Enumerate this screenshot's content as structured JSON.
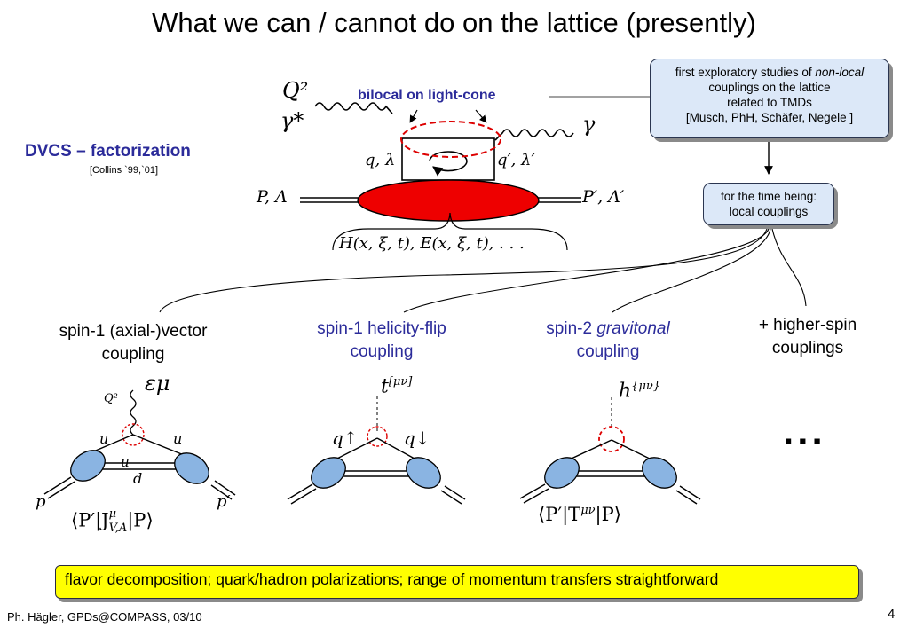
{
  "slide": {
    "title": "What we can / cannot do on the lattice (presently)",
    "page_number": "4",
    "footer": "Ph. Hägler, GPDs@COMPASS, 03/10"
  },
  "dvcs": {
    "heading": "DVCS – factorization",
    "citation": "[Collins `99,`01]",
    "bilocal_label": "bilocal on light-cone",
    "q2": "Q²",
    "gamma_star": "γ*",
    "gamma": "γ",
    "q_lambda": "q, λ",
    "qprime_lambda": "q′, λ′",
    "p_lambda": "P, Λ",
    "pprime_lambda": "P′, Λ′",
    "gpd_functions": "H(x, ξ, t), E(x, ξ, t), . . ."
  },
  "notes": {
    "nonlocal_line1_pre": "first exploratory studies of ",
    "nonlocal_line1_em": "non-local",
    "nonlocal_line2": "couplings on the lattice",
    "nonlocal_line3": "related to TMDs",
    "nonlocal_line4": "[Musch, PhH, Schäfer, Negele ]",
    "local_line1": "for the time being:",
    "local_line2": "local couplings"
  },
  "columns": {
    "col1_line1": "spin-1 (axial-)vector",
    "col1_line2": "coupling",
    "col2_line1": "spin-1 helicity-flip",
    "col2_line2": "coupling",
    "col3_line1_pre": "spin-2 ",
    "col3_line1_em": "gravitonal",
    "col3_line2": "coupling",
    "col4_line1": "+ higher-spin",
    "col4_line2": "couplings"
  },
  "diagram1": {
    "q2": "Q²",
    "epsilon": "εμ",
    "u_left": "u",
    "u_right": "u",
    "u_mid": "u",
    "d_mid": "d",
    "p": "p",
    "pprime": "p′",
    "matrix_element": "⟨P′|J",
    "me_sup": "μ",
    "me_sub": "V,A",
    "me_tail": "|P⟩"
  },
  "diagram2": {
    "operator": "t",
    "operator_sup": "[μν]",
    "q_up": "q↑",
    "q_down": "q↓"
  },
  "diagram3": {
    "operator": "h",
    "operator_sup": "{μν}",
    "matrix_element": "⟨P′|T",
    "me_sup": "μν",
    "me_tail": "|P⟩"
  },
  "ellipsis": "...",
  "summary": "flavor decomposition; quark/hadron polarizations; range of momentum transfers straightforward",
  "colors": {
    "accent_blue": "#2b2b9a",
    "blob_red": "#ee0000",
    "blob_blue": "#8ab4e2",
    "note_fill": "#dce8f8",
    "highlight_yellow": "#ffff00",
    "dashed_red": "#dd0000"
  }
}
